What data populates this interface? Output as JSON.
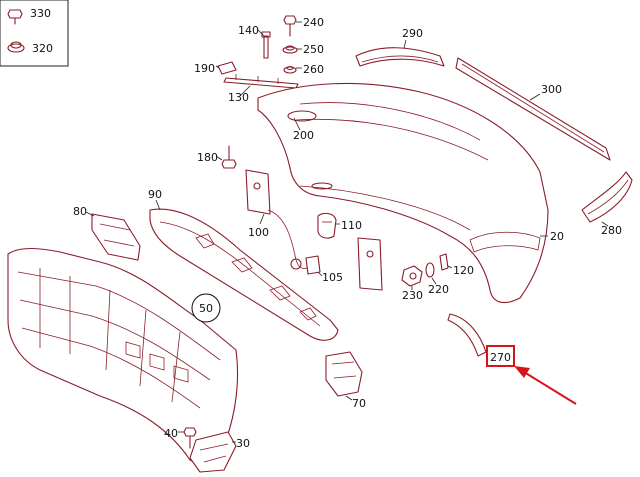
{
  "labels": {
    "p330": "330",
    "p320": "320",
    "p140": "140",
    "p240": "240",
    "p250": "250",
    "p260": "260",
    "p190": "190",
    "p130": "130",
    "p290": "290",
    "p300": "300",
    "p200": "200",
    "p180": "180",
    "p90": "90",
    "p80": "80",
    "p110": "110",
    "p100": "100",
    "p105": "105",
    "p120": "120",
    "p230": "230",
    "p220": "220",
    "p20": "20",
    "p280": "280",
    "p50": "50",
    "p270": "270",
    "p70": "70",
    "p40": "40",
    "p30": "30"
  },
  "colors": {
    "line_art": "#8a1d2a",
    "highlight": "#d8141b",
    "text": "#111111"
  },
  "highlighted_part": "270"
}
